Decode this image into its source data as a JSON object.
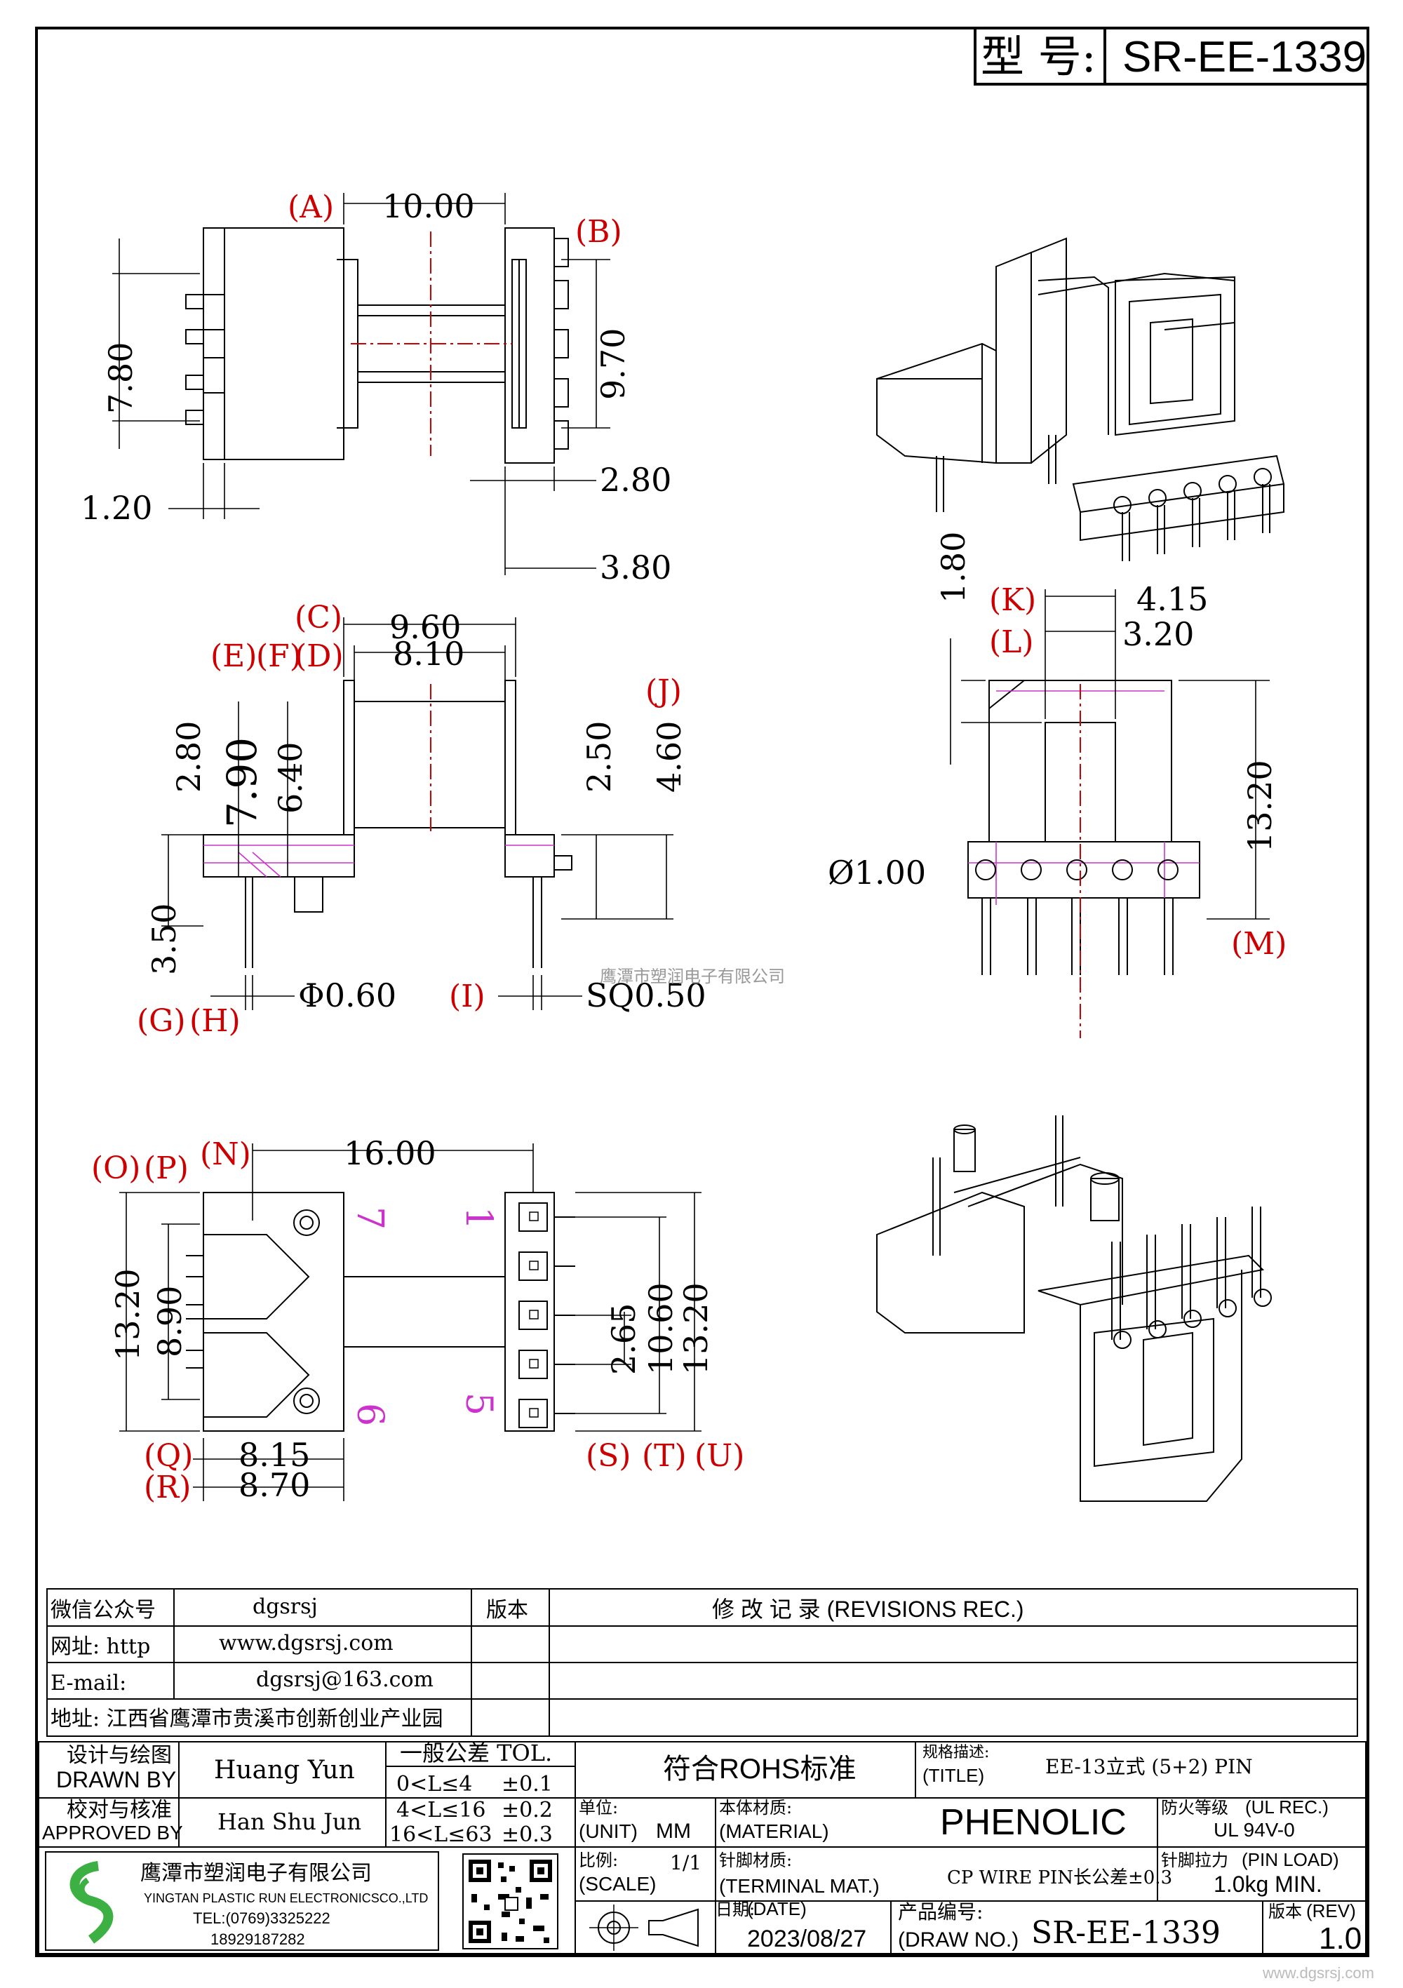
{
  "title_block": {
    "model_label": "型 号:",
    "model_value": "SR-EE-1339"
  },
  "dimensions": {
    "top_view": {
      "a_width": "10.00",
      "b_height": "9.70",
      "left_height": "7.80",
      "pin_offset": "1.20",
      "flange_thk": "2.80",
      "flange_depth": "3.80"
    },
    "side_view": {
      "c_width": "9.60",
      "d_width": "8.10",
      "e_height": "2.80",
      "f_height": "6.40",
      "main_height": "7.90",
      "j_height": "2.50",
      "j_total": "4.60",
      "g_height": "3.50",
      "h_dia": "Φ0.60",
      "i_sq": "SQ0.50"
    },
    "front_view": {
      "k_width": "4.15",
      "l_width": "3.20",
      "top_gap": "1.80",
      "height": "13.20",
      "pin_dia": "Ø1.00"
    },
    "bottom_view": {
      "n_width": "16.00",
      "o_height": "13.20",
      "p_height": "8.90",
      "q_width": "8.15",
      "r_width": "8.70",
      "s_pitch": "2.65",
      "t_span": "10.60",
      "u_height": "13.20"
    }
  },
  "labels": {
    "A": "(A)",
    "B": "(B)",
    "C": "(C)",
    "D": "(D)",
    "E": "(E)",
    "F": "(F)",
    "G": "(G)",
    "H": "(H)",
    "I": "(I)",
    "J": "(J)",
    "K": "(K)",
    "L": "(L)",
    "M": "(M)",
    "N": "(N)",
    "O": "(O)",
    "P": "(P)",
    "Q": "(Q)",
    "R": "(R)",
    "S": "(S)",
    "T": "(T)",
    "U": "(U)"
  },
  "pin_numbers": {
    "p1": "1",
    "p5": "5",
    "p6": "6",
    "p7": "7"
  },
  "watermark": "鹰潭市塑润电子有限公司",
  "info_table": {
    "rows": [
      {
        "key": "微信公众号",
        "value": "dgsrsj"
      },
      {
        "key": "网址: http",
        "value": "www.dgsrsj.com"
      },
      {
        "key": "E-mail:",
        "value": "dgsrsj@163.com"
      }
    ],
    "address": "地址: 江西省鹰潭市贵溪市创新创业产业园",
    "version_header": "版本",
    "revisions_header": "修 改 记 录  (REVISIONS REC.)"
  },
  "bottom_table": {
    "designer_label_cn": "设计与绘图",
    "designer_label_en": "DRAWN BY",
    "designer_name": "Huang Yun",
    "approver_label_cn": "校对与核准",
    "approver_label_en": "APPROVED BY",
    "approver_name": "Han Shu Jun",
    "tol_header": "一般公差 TOL.",
    "tol_rows": [
      {
        "range": "0<L≤4",
        "tol": "±0.1"
      },
      {
        "range": "4<L≤16",
        "tol": "±0.2"
      },
      {
        "range": "16<L≤63",
        "tol": "±0.3"
      }
    ],
    "rohs": "符合ROHS标准",
    "title_label_cn": "规格描述:",
    "title_label_en": "(TITLE)",
    "title_value": "EE-13立式 (5+2) PIN",
    "unit_label_cn": "单位:",
    "unit_label_en": "(UNIT)",
    "unit_value": "MM",
    "material_label_cn": "本体材质:",
    "material_label_en": "(MATERIAL)",
    "material_value": "PHENOLIC",
    "fire_label_cn": "防火等级",
    "fire_label_en": "(UL REC.)",
    "fire_value": "UL 94V-0",
    "scale_label_cn": "比例:",
    "scale_label_en": "(SCALE)",
    "scale_value": "1/1",
    "terminal_label_cn": "针脚材质:",
    "terminal_label_en": "(TERMINAL MAT.)",
    "terminal_value": "CP WIRE  PIN长公差±0.3",
    "pinload_label_cn": "针脚拉力",
    "pinload_label_en": "(PIN LOAD)",
    "pinload_value": "1.0kg MIN.",
    "date_label_cn": "日期:",
    "date_label_en": "(DATE)",
    "date_value": "2023/08/27",
    "drawno_label_cn": "产品编号:",
    "drawno_label_en": "(DRAW NO.)",
    "drawno_value": "SR-EE-1339",
    "rev_label_cn": "版本",
    "rev_label_en": "(REV)",
    "rev_value": "1.0"
  },
  "company": {
    "name": "鹰潭市塑润电子有限公司",
    "name_en": "YINGTAN PLASTIC RUN ELECTRONICSCO.,LTD",
    "tel": "TEL:(0769)3325222",
    "mobile": "18929187282"
  },
  "corner_watermark": "www.dgsrsj.com",
  "colors": {
    "centerline": "#cc0000",
    "hidden": "#cc33cc",
    "logo_green": "#3cb043"
  }
}
